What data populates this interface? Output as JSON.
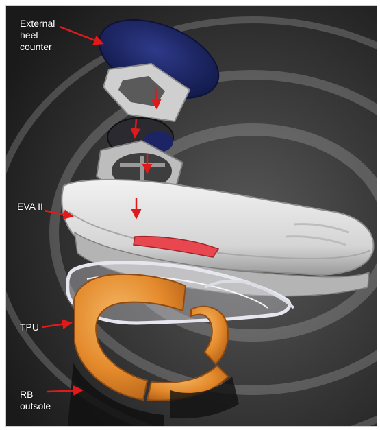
{
  "figure": {
    "labels": {
      "heel_counter": "External heel counter",
      "eva": "EVA II",
      "tpu": "TPU",
      "rb_outsole": "RB outsole"
    },
    "colors": {
      "background": "#3a3a3a",
      "heel_pad": "#1c2466",
      "eva_midsole": "#dcdcdc",
      "tpu_accent": "#e8474f",
      "rb_outsole": "#e58a2e",
      "arrow": "#e01a1a",
      "label_text": "#ffffff"
    }
  }
}
